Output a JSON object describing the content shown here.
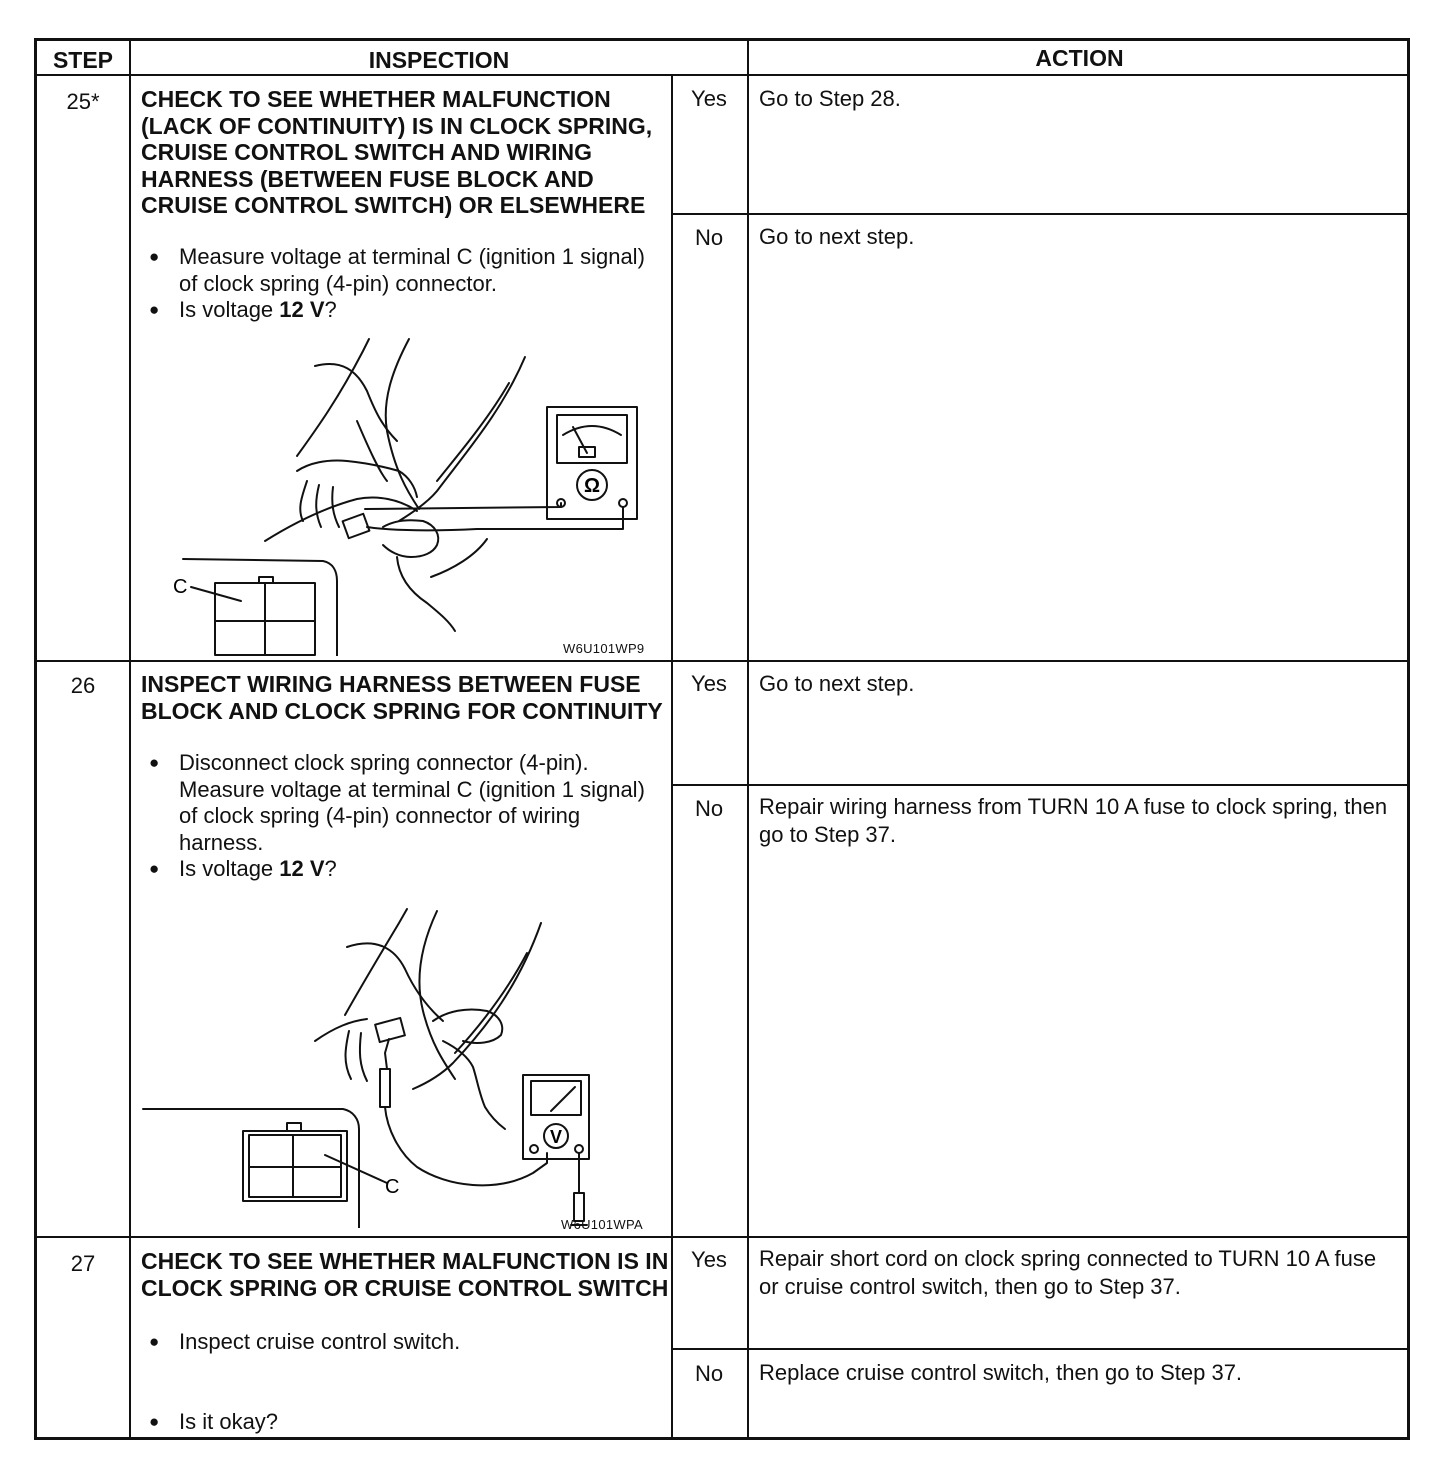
{
  "header": {
    "step": "STEP",
    "inspection": "INSPECTION",
    "action": "ACTION"
  },
  "rows": [
    {
      "step": "25*",
      "title": "CHECK TO SEE WHETHER MALFUNCTION (LACK OF CONTINUITY) IS IN CLOCK SPRING, CRUISE CONTROL SWITCH AND WIRING HARNESS (BETWEEN FUSE BLOCK AND CRUISE CONTROL SWITCH) OR ELSEWHERE",
      "bullets": [
        "Measure voltage at terminal C (ignition 1 signal) of clock spring (4-pin) connector."
      ],
      "question_prefix": "Is voltage ",
      "question_value": "12 V",
      "question_suffix": "?",
      "figure": {
        "code": "W6U101WP9",
        "label": "C",
        "meter_symbol": "Ω",
        "meter_icon": "ohmmeter-icon"
      },
      "yes": {
        "label": "Yes",
        "action": "Go to Step 28."
      },
      "no": {
        "label": "No",
        "action": "Go to next step."
      }
    },
    {
      "step": "26",
      "title": "INSPECT WIRING HARNESS BETWEEN FUSE BLOCK AND CLOCK SPRING FOR CONTINUITY",
      "bullets": [
        "Disconnect clock spring connector (4-pin). Measure voltage at terminal C (ignition 1 signal) of clock spring (4-pin) connector of wiring harness."
      ],
      "question_prefix": "Is voltage ",
      "question_value": "12 V",
      "question_suffix": "?",
      "figure": {
        "code": "W6U101WPA",
        "label": "C",
        "meter_symbol": "V",
        "meter_icon": "voltmeter-icon"
      },
      "yes": {
        "label": "Yes",
        "action": "Go to next step."
      },
      "no": {
        "label": "No",
        "action": "Repair wiring harness from TURN 10 A fuse to clock spring, then go to Step 37."
      }
    },
    {
      "step": "27",
      "title": "CHECK TO SEE WHETHER MALFUNCTION IS IN CLOCK SPRING OR CRUISE CONTROL SWITCH",
      "bullets": [
        "Inspect cruise control switch.",
        "Is it okay?"
      ],
      "yes": {
        "label": "Yes",
        "action": "Repair short cord on clock spring connected to TURN 10 A fuse or cruise control switch, then go to Step 37."
      },
      "no": {
        "label": "No",
        "action": "Replace cruise control switch, then go to Step 37."
      }
    }
  ]
}
